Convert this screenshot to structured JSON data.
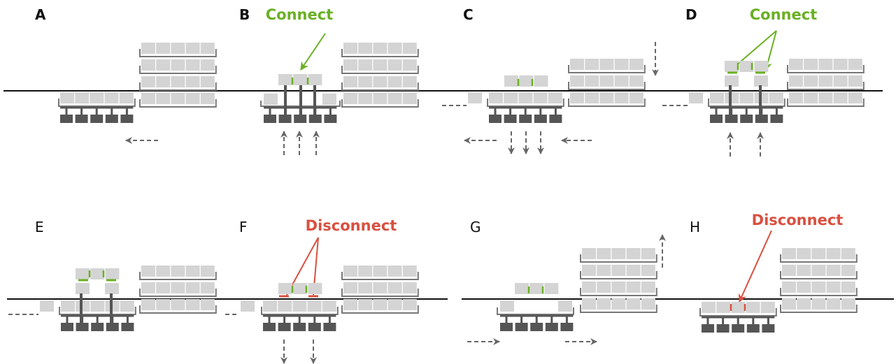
{
  "colors": {
    "block": "#d4d4d4",
    "tray": "#777777",
    "pin": "#555555",
    "line": "#111111",
    "arrow": "#666666",
    "connect": "#6ab023",
    "disconnect": "#d9503f"
  },
  "panels": [
    {
      "label": "A"
    },
    {
      "label": "B",
      "callout": "Connect"
    },
    {
      "label": "C"
    },
    {
      "label": "D",
      "callout": "Connect"
    },
    {
      "label": "E"
    },
    {
      "label": "F",
      "callout": "Disconnect"
    },
    {
      "label": "G"
    },
    {
      "label": "H",
      "callout": "Disconnect"
    }
  ]
}
